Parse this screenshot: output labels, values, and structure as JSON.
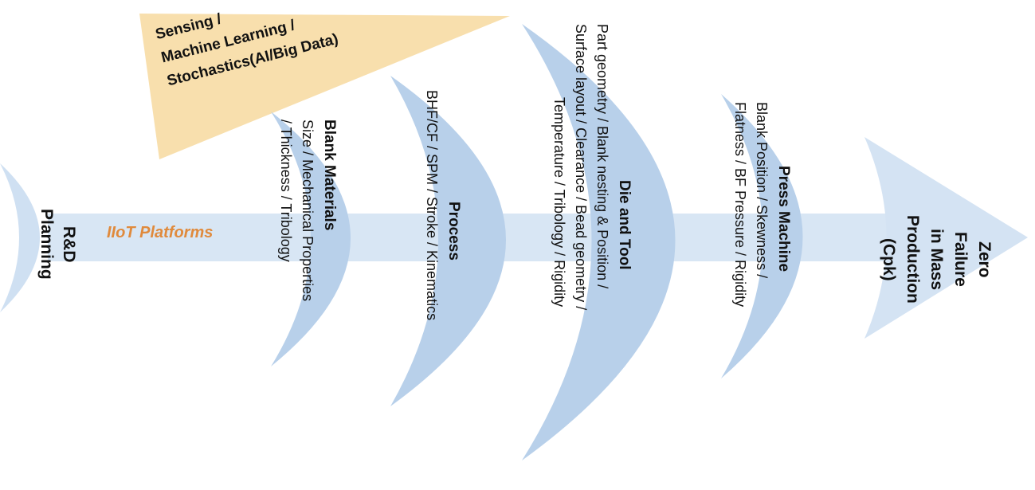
{
  "start": {
    "lines": [
      "R&D",
      "Planning"
    ]
  },
  "end": {
    "lines": [
      "Zero",
      "Failure",
      "in Mass",
      "Production",
      "(Cpk)"
    ]
  },
  "spine_label": "IIoT Platforms",
  "banner": {
    "lines": [
      "Sensing /",
      "Machine Learning /",
      "Stochastics(AI/Big Data)"
    ]
  },
  "factors": [
    {
      "title": "Blank Materials",
      "details": [
        "Size / Mechanical Properties",
        "/ Thickness  / Tribology"
      ]
    },
    {
      "title": "Process",
      "details": [
        "BHF/CF / SPM  / Stroke / Kinematics"
      ]
    },
    {
      "title": "Die and Tool",
      "details": [
        "Part geometry / Blank nesting & Position /",
        "Surface layout  / Clearance / Bead geometry /",
        "Temperature / Tribology / Rigidity"
      ]
    },
    {
      "title": "Press Machine",
      "details": [
        "Blank Position / Skewness /",
        "Flatness / BF Pressure / Rigidity"
      ]
    }
  ],
  "colors": {
    "spine": "#cfe0f2",
    "crescent": "#b8d0ea",
    "banner": "#f8dfad",
    "accent": "#e08a3c"
  }
}
